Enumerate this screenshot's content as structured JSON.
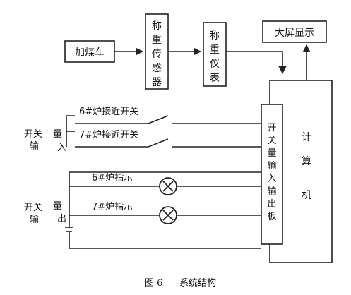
{
  "blocks": {
    "coal_cart": "加煤车",
    "weighing_sensor": [
      "称",
      "重",
      "传",
      "感",
      "器"
    ],
    "weighing_instrument": [
      "称",
      "重",
      "仪",
      "表"
    ],
    "big_screen": "大屏显示",
    "io_board": [
      "开",
      "关",
      "量",
      "输",
      "入",
      "输",
      "出",
      "板"
    ],
    "computer": [
      "计",
      "算",
      "机"
    ]
  },
  "switch_input": {
    "group_label_a": "开关",
    "group_label_b": "量",
    "group_label_c": "输",
    "group_label_d": "入",
    "switches": [
      "6#炉接近开关",
      "7#炉接近开关"
    ]
  },
  "switch_output": {
    "group_label_a": "开关",
    "group_label_b": "量",
    "group_label_c": "输",
    "group_label_d": "出",
    "indicators": [
      "6#炉指示",
      "7#炉指示"
    ]
  },
  "caption": {
    "figure_no": "图 6",
    "title": "系统结构"
  }
}
